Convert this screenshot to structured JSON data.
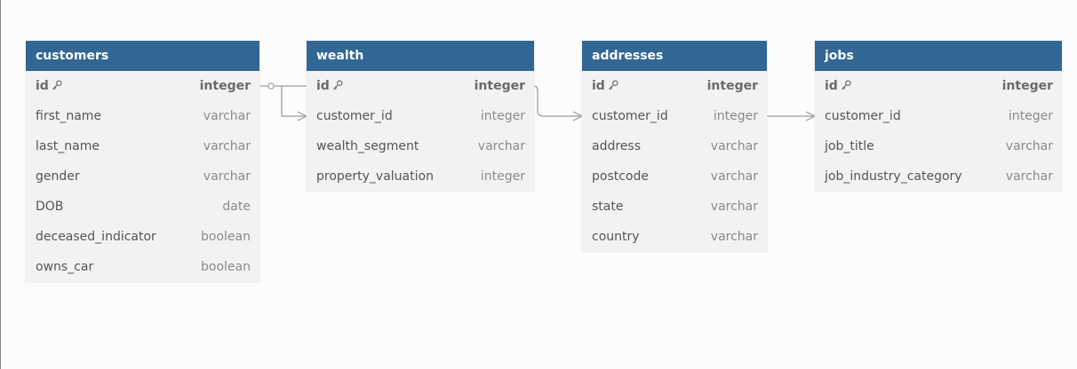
{
  "tables": [
    {
      "id": "customers",
      "name": "customers",
      "columns": [
        {
          "name": "id",
          "type": "integer",
          "pk": true
        },
        {
          "name": "first_name",
          "type": "varchar"
        },
        {
          "name": "last_name",
          "type": "varchar"
        },
        {
          "name": "gender",
          "type": "varchar"
        },
        {
          "name": "DOB",
          "type": "date"
        },
        {
          "name": "deceased_indicator",
          "type": "boolean"
        },
        {
          "name": "owns_car",
          "type": "boolean"
        }
      ]
    },
    {
      "id": "wealth",
      "name": "wealth",
      "columns": [
        {
          "name": "id",
          "type": "integer",
          "pk": true
        },
        {
          "name": "customer_id",
          "type": "integer"
        },
        {
          "name": "wealth_segment",
          "type": "varchar"
        },
        {
          "name": "property_valuation",
          "type": "integer"
        }
      ]
    },
    {
      "id": "addresses",
      "name": "addresses",
      "columns": [
        {
          "name": "id",
          "type": "integer",
          "pk": true
        },
        {
          "name": "customer_id",
          "type": "integer"
        },
        {
          "name": "address",
          "type": "varchar"
        },
        {
          "name": "postcode",
          "type": "varchar"
        },
        {
          "name": "state",
          "type": "varchar"
        },
        {
          "name": "country",
          "type": "varchar"
        }
      ]
    },
    {
      "id": "jobs",
      "name": "jobs",
      "columns": [
        {
          "name": "id",
          "type": "integer",
          "pk": true
        },
        {
          "name": "customer_id",
          "type": "integer"
        },
        {
          "name": "job_title",
          "type": "varchar"
        },
        {
          "name": "job_industry_category",
          "type": "varchar"
        }
      ]
    }
  ],
  "relationships": [
    {
      "from": "customers.id",
      "to": "wealth.customer_id",
      "cardinality": "one-to-many"
    },
    {
      "from": "wealth.id",
      "to": "addresses.customer_id",
      "cardinality": "one-to-many"
    },
    {
      "from": "addresses.customer_id",
      "to": "jobs.customer_id",
      "cardinality": "one-to-many"
    }
  ],
  "colors": {
    "header": "#326695",
    "body": "#f2f2f2",
    "edge": "#9a9a9a"
  },
  "icons": {
    "primary_key": "key-icon"
  }
}
